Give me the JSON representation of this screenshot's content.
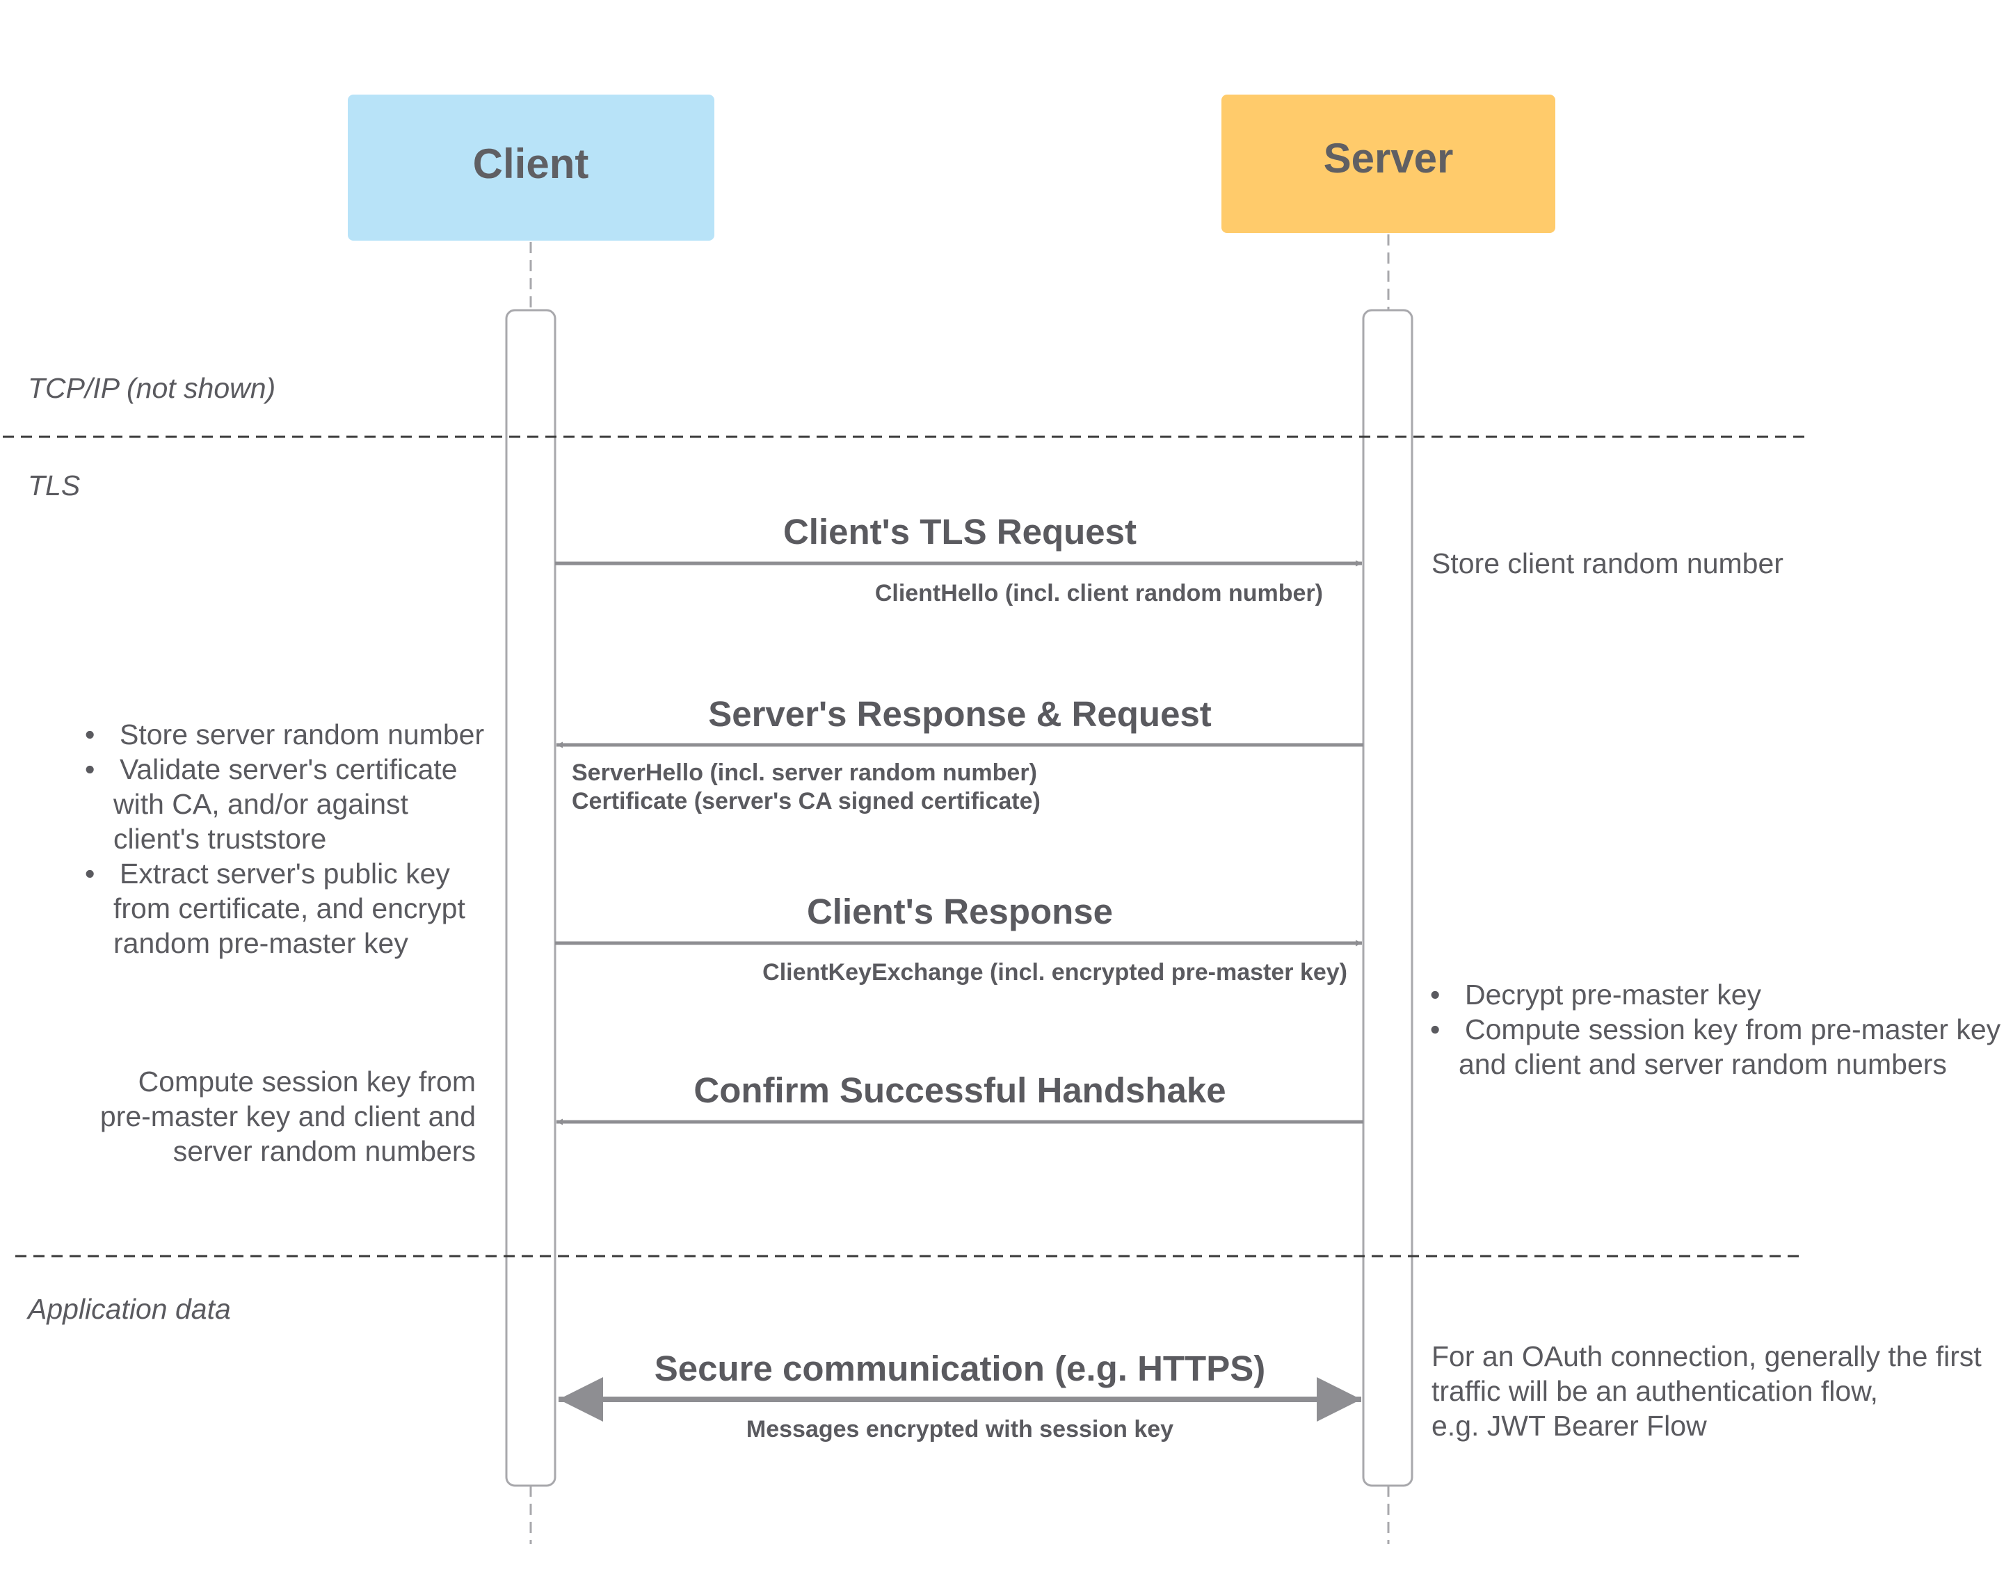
{
  "actors": {
    "client": {
      "label": "Client",
      "color": "#b8e3f8"
    },
    "server": {
      "label": "Server",
      "color": "#ffcb6b"
    }
  },
  "phases": {
    "tcp": "TCP/IP (not shown)",
    "tls": "TLS",
    "app": "Application data"
  },
  "messages": {
    "client_tls_request": {
      "title": "Client's TLS Request",
      "sub": [
        "ClientHello (incl. client random number)"
      ]
    },
    "server_response": {
      "title": "Server's Response & Request",
      "sub": [
        "ServerHello (incl. server random number)",
        "Certificate (server's CA signed certificate)"
      ]
    },
    "client_response": {
      "title": "Client's Response",
      "sub": [
        "ClientKeyExchange (incl. encrypted pre-master key)"
      ]
    },
    "confirm": {
      "title": "Confirm Successful Handshake",
      "sub": []
    },
    "secure": {
      "title": "Secure communication (e.g. HTTPS)",
      "sub": [
        "Messages encrypted with session key"
      ]
    }
  },
  "notes": {
    "server_store": [
      "Store client random number"
    ],
    "client_steps": {
      "bullet": "•",
      "items": [
        [
          "Store server random number"
        ],
        [
          "Validate server's certificate",
          "with CA, and/or against",
          "client's truststore"
        ],
        [
          "Extract server's public key",
          "from certificate, and encrypt",
          "random pre-master key"
        ]
      ]
    },
    "client_compute": [
      "Compute session key from",
      "pre-master key and client and",
      "server random numbers"
    ],
    "server_steps": {
      "bullet": "•",
      "items": [
        [
          "Decrypt pre-master key"
        ],
        [
          "Compute session key from pre-master key",
          "and client and server random numbers"
        ]
      ]
    },
    "oauth": [
      "For an OAuth connection, generally the first",
      "traffic will be an authentication flow,",
      "e.g. JWT Bearer Flow"
    ]
  },
  "colors": {
    "text": "#5a5a5f",
    "arrow": "#8e8e92",
    "lifeline": "#a8a8ac",
    "divider": "#3a3a3a"
  }
}
